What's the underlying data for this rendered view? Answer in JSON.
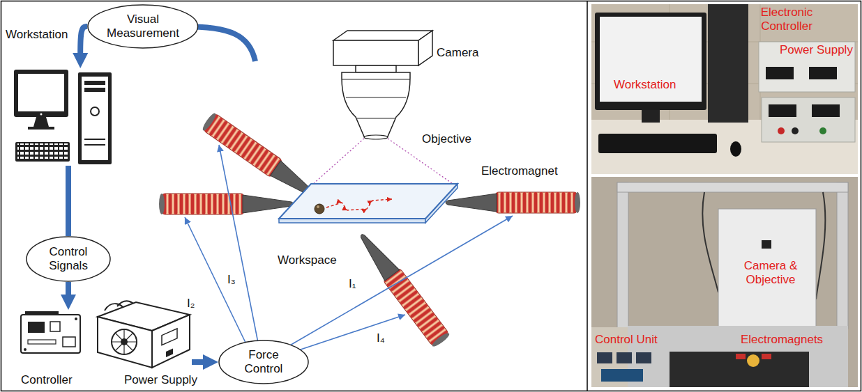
{
  "diagram": {
    "nodes": [
      {
        "text": [
          "Visual Measurement"
        ]
      },
      {
        "text": [
          "Workstation"
        ]
      },
      {
        "text": [
          "Control Signals"
        ]
      },
      {
        "text": [
          "Controller"
        ]
      },
      {
        "text": [
          "Power Supply"
        ]
      },
      {
        "text": [
          "Force Control"
        ]
      }
    ],
    "edges": [
      {
        "from": 0,
        "to": 1,
        "arrow": "to"
      },
      {
        "from": 1,
        "to": 2,
        "arrow": "none"
      },
      {
        "from": 2,
        "to": 3,
        "arrow": "to"
      },
      {
        "from": 4,
        "to": 5,
        "arrow": "to"
      }
    ],
    "labels": [
      "Camera",
      "Objective",
      "Electromagnet",
      "Workspace",
      "I₂",
      "I₃",
      "I₁",
      "I₄",
      "Workstation",
      "Electronic Controller",
      "Power Supply",
      "Camera & Objective",
      "Control Unit",
      "Electromagnets"
    ]
  }
}
